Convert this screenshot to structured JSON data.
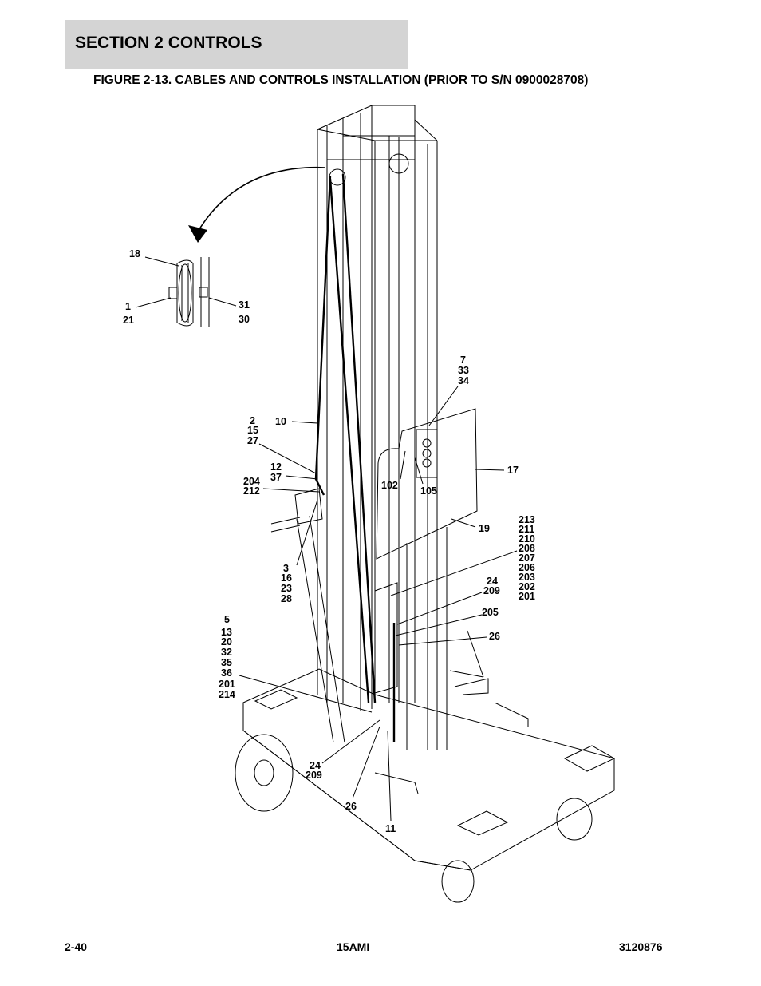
{
  "header": {
    "section": "SECTION 2   CONTROLS"
  },
  "figure": {
    "title": "FIGURE 2-13. CABLES AND CONTROLS INSTALLATION (PRIOR TO S/N 0900028708)"
  },
  "callouts": {
    "c18": "18",
    "c1_21": [
      "1",
      "21"
    ],
    "c31_30": [
      "31",
      "30"
    ],
    "c7_33_34": [
      "7",
      "33",
      "34"
    ],
    "c2_15_27": [
      "2",
      "15",
      "27"
    ],
    "c10": "10",
    "c12_37": [
      "12",
      "37"
    ],
    "c204_212": [
      "204",
      "212"
    ],
    "c102": "102",
    "c105": "105",
    "c17": "17",
    "c19": "19",
    "c213_group": [
      "213",
      "211",
      "210",
      "208",
      "207",
      "206",
      "203",
      "202",
      "201"
    ],
    "c3_group": [
      "3",
      "16",
      "23",
      "28"
    ],
    "c24_209_upper": [
      "24",
      "209"
    ],
    "c205": "205",
    "c26_upper": "26",
    "c5_group": [
      "5",
      "13",
      "20",
      "32",
      "35",
      "36",
      "201",
      "214"
    ],
    "c24_209_lower": [
      "24",
      "209"
    ],
    "c26_lower": "26",
    "c11": "11"
  },
  "footer": {
    "page": "2-40",
    "model": "15AMI",
    "doc_number": "3120876"
  }
}
